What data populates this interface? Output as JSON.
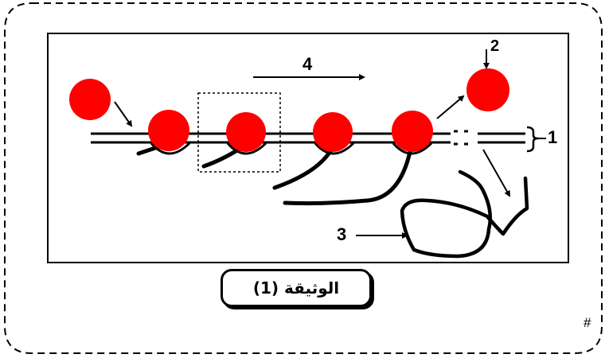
{
  "diagram": {
    "labels": {
      "mrna": "1",
      "protein": "3",
      "direction": "4",
      "released_subunit": "2"
    },
    "caption": "الوثيقة (1)",
    "corner_mark": "#"
  },
  "colors": {
    "ribosome": "#ff0000",
    "stroke": "#000000",
    "background": "#ffffff"
  }
}
